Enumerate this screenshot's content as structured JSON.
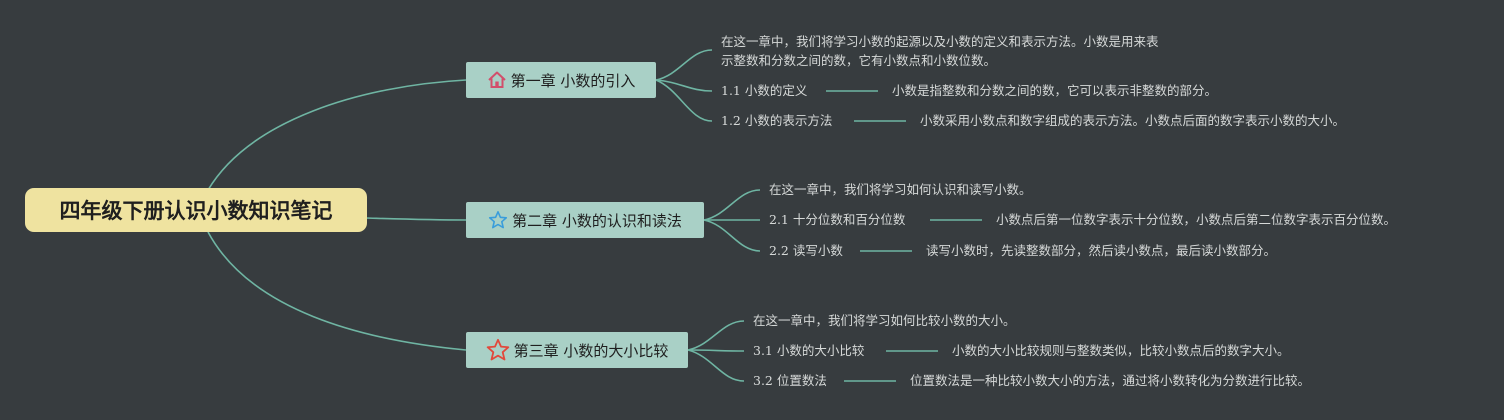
{
  "root": {
    "title": "四年级下册认识小数知识笔记"
  },
  "chapters": [
    {
      "title": "第一章 小数的引入",
      "icon": "home-icon",
      "intro": [
        "在这一章中，我们将学习小数的起源以及小数的定义和表示方法。小数是用来表",
        "示整数和分数之间的数，它有小数点和小数位数。"
      ],
      "sections": [
        {
          "label": "1.1 小数的定义",
          "detail": "小数是指整数和分数之间的数，它可以表示非整数的部分。"
        },
        {
          "label": "1.2 小数的表示方法",
          "detail": "小数采用小数点和数字组成的表示方法。小数点后面的数字表示小数的大小。"
        }
      ]
    },
    {
      "title": "第二章 小数的认识和读法",
      "icon": "star-outline-blue-icon",
      "intro": [
        "在这一章中，我们将学习如何认识和读写小数。"
      ],
      "sections": [
        {
          "label": "2.1 十分位数和百分位数",
          "detail": "小数点后第一位数字表示十分位数，小数点后第二位数字表示百分位数。"
        },
        {
          "label": "2.2 读写小数",
          "detail": "读写小数时，先读整数部分，然后读小数点，最后读小数部分。"
        }
      ]
    },
    {
      "title": "第三章 小数的大小比较",
      "icon": "star-outline-red-icon",
      "intro": [
        "在这一章中，我们将学习如何比较小数的大小。"
      ],
      "sections": [
        {
          "label": "3.1 小数的大小比较",
          "detail": "小数的大小比较规则与整数类似，比较小数点后的数字大小。"
        },
        {
          "label": "3.2 位置数法",
          "detail": "位置数法是一种比较小数大小的方法，通过将小数转化为分数进行比较。"
        }
      ]
    }
  ],
  "colors": {
    "background": "#373c3f",
    "root_fill": "#efe3a0",
    "chapter_fill": "#a9d0c6",
    "link": "#6fb5a3",
    "text": "#d6d9d8"
  }
}
